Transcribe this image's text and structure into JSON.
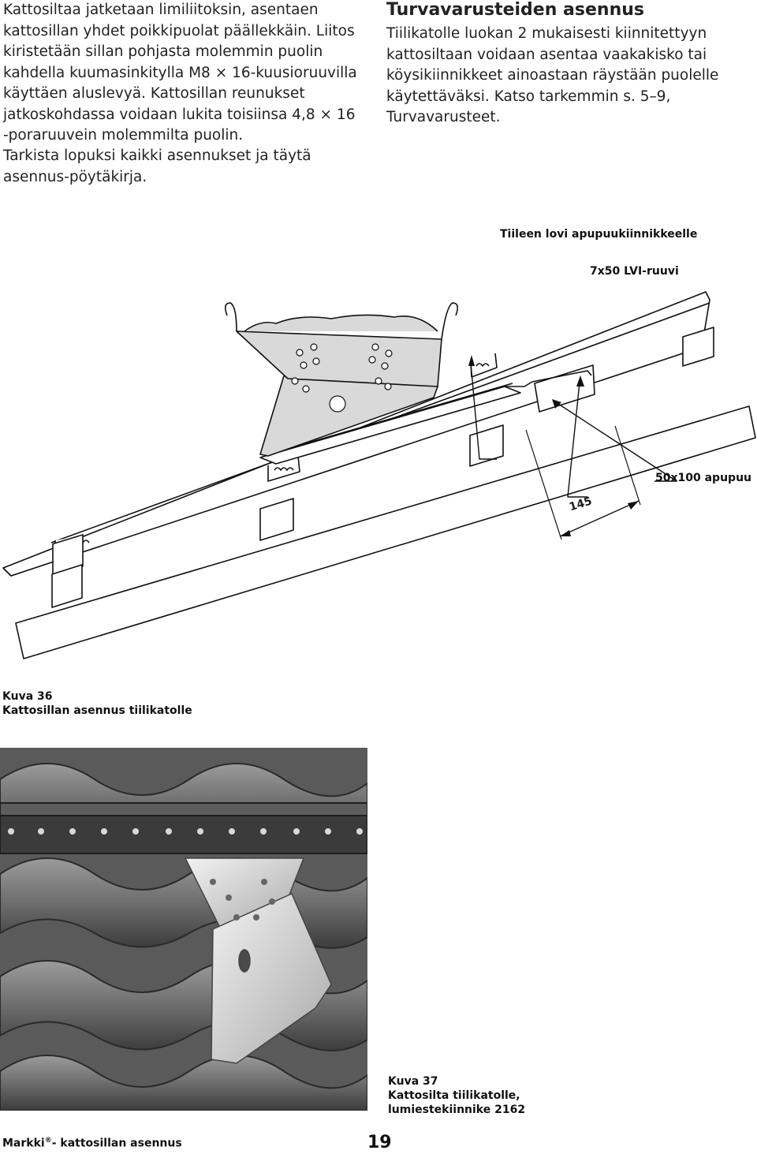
{
  "left_column": {
    "paragraph": "Kattosiltaa jatketaan limiliitoksin, asentaen kattosillan yhdet poikkipuolat päällekkäin. Liitos kiristetään sillan pohjasta molemmin puolin kahdella kuumasinkitylla M8 × 16-kuusioruuvilla käyttäen aluslevyä. Kattosillan reunukset jatkoskohdassa voidaan lukita toisiinsa 4,8 × 16 -poraruuvein molemmilta puolin.",
    "check_note": "Tarkista lopuksi kaikki asennukset ja täytä asennus-pöytäkirja."
  },
  "right_column": {
    "heading": "Turvavarusteiden asennus",
    "paragraph": "Tiilikatolle luokan 2 mukaisesti kiinnitettyyn kattosiltaan voidaan asentaa vaakakisko tai köysikiinnikkeet ainoastaan räystään puolelle käytettäväksi. Katso tarkemmin s. 5–9, Turvavarusteet."
  },
  "figure36": {
    "callout_notch": "Tiileen lovi apupuukiinnikkeelle",
    "callout_screw": "7x50 LVI-ruuvi",
    "callout_batten": "50x100 apupuu",
    "dimension": "145",
    "caption_number": "Kuva 36",
    "caption_text": "Kattosillan asennus tiilikatolle"
  },
  "figure37": {
    "caption_number": "Kuva 37",
    "caption_line1": "Kattosilta tiilikatolle,",
    "caption_line2": "lumiestekiinnike 2162"
  },
  "footer": {
    "brand": "Markki",
    "registered": "®",
    "title_rest": "- kattosillan asennus",
    "page_number": "19"
  }
}
